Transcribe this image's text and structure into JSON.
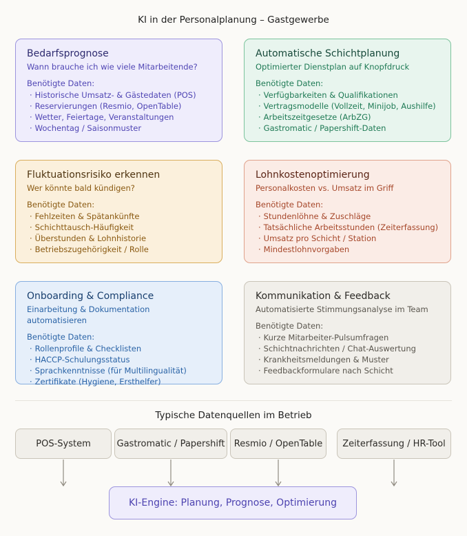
{
  "title": "KI in der Personalplanung – Gastgewerbe",
  "cards": [
    {
      "title": "Bedarfsprognose",
      "subtitle": "Wann brauche ich wie viele Mitarbeitende?",
      "req_label": "Benötigte Daten:",
      "items": [
        "Historische Umsatz- & Gästedaten (POS)",
        "Reservierungen (Resmio, OpenTable)",
        "Wetter, Feiertage, Veranstaltungen",
        "Wochentag / Saisonmuster"
      ]
    },
    {
      "title": "Automatische Schichtplanung",
      "subtitle": "Optimierter Dienstplan auf Knopfdruck",
      "req_label": "Benötigte Daten:",
      "items": [
        "Verfügbarkeiten & Qualifikationen",
        "Vertragsmodelle (Vollzeit, Minijob, Aushilfe)",
        "Arbeitszeitgesetze (ArbZG)",
        "Gastromatic / Papershift-Daten"
      ]
    },
    {
      "title": "Fluktuationsrisiko erkennen",
      "subtitle": "Wer könnte bald kündigen?",
      "req_label": "Benötigte Daten:",
      "items": [
        "Fehlzeiten & Spätankünfte",
        "Schichttausch-Häufigkeit",
        "Überstunden & Lohnhistorie",
        "Betriebszugehörigkeit / Rolle"
      ]
    },
    {
      "title": "Lohnkostenoptimierung",
      "subtitle": "Personalkosten vs. Umsatz im Griff",
      "req_label": "Benötigte Daten:",
      "items": [
        "Stundenlöhne & Zuschläge",
        "Tatsächliche Arbeitsstunden (Zeiterfassung)",
        "Umsatz pro Schicht / Station",
        "Mindestlohnvorgaben"
      ]
    },
    {
      "title": "Onboarding & Compliance",
      "subtitle": "Einarbeitung & Dokumentation automatisieren",
      "req_label": "Benötigte Daten:",
      "items": [
        "Rollenprofile & Checklisten",
        "HACCP-Schulungsstatus",
        "Sprachkenntnisse (für Multilingualität)",
        "Zertifikate (Hygiene, Ersthelfer)"
      ]
    },
    {
      "title": "Kommunikation & Feedback",
      "subtitle": "Automatisierte Stimmungsanalyse im Team",
      "req_label": "Benötigte Daten:",
      "items": [
        "Kurze Mitarbeiter-Pulsumfragen",
        "Schichtnachrichten / Chat-Auswertung",
        "Krankheitsmeldungen & Muster",
        "Feedbackformulare nach Schicht"
      ]
    }
  ],
  "sources_title": "Typische Datenquellen im Betrieb",
  "sources": [
    "POS-System",
    "Gastromatic / Papershift",
    "Resmio / OpenTable",
    "Zeiterfassung / HR-Tool"
  ],
  "engine": "KI-Engine: Planung, Prognose, Optimierung",
  "colors": {
    "purple": "#9c94dd",
    "green": "#7cc39c",
    "amber": "#d9ad5c",
    "red": "#e0a28b",
    "blue": "#86aee0",
    "gray": "#c9c4b8"
  }
}
